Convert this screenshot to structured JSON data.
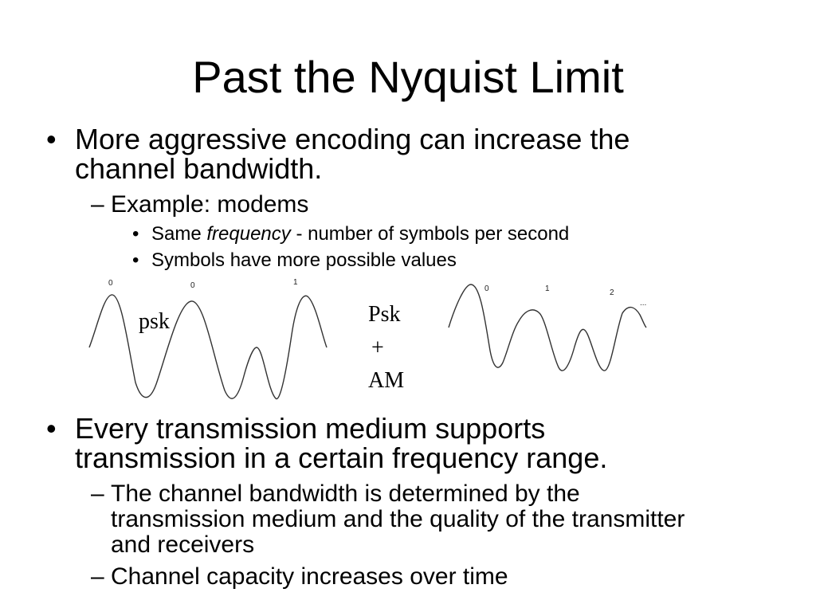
{
  "slide": {
    "title": "Past the Nyquist Limit",
    "bullet1": {
      "marker": "•",
      "line1": "More aggressive encoding can increase the",
      "line2": "channel bandwidth.",
      "sub": {
        "marker": "–",
        "text": "Example: modems",
        "items": [
          {
            "marker": "•",
            "pre": "Same ",
            "em": "frequency",
            "post": " - number of symbols per second"
          },
          {
            "marker": "•",
            "text": "Symbols have more possible values"
          }
        ]
      }
    },
    "figures": {
      "psk": {
        "label": "psk",
        "symbols": [
          "0",
          "0",
          "1"
        ]
      },
      "psk_am": {
        "label_lines": [
          "Psk",
          "+",
          "AM"
        ],
        "symbols": [
          "0",
          "1",
          "2",
          "..."
        ]
      }
    },
    "bullet2": {
      "marker": "•",
      "line1": "Every transmission medium supports",
      "line2": "transmission in a certain frequency range.",
      "subs": [
        {
          "marker": "–",
          "lines": [
            "The channel bandwidth is determined by the",
            "transmission medium and the quality of the transmitter",
            "and receivers"
          ]
        },
        {
          "marker": "–",
          "lines": [
            "Channel capacity increases over time"
          ]
        }
      ]
    }
  }
}
